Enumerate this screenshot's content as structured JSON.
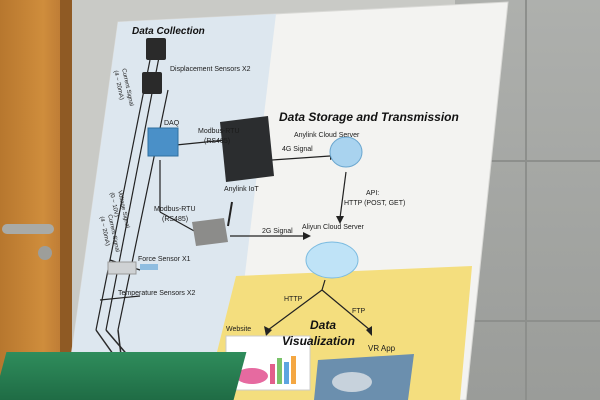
{
  "poster": {
    "section_collection": "Data Collection",
    "section_storage": "Data Storage and Transmission",
    "section_visualization_line1": "Data",
    "section_visualization_line2": "Visualization",
    "displacement_sensors": "Displacement Sensors X2",
    "daq": "DAQ",
    "modbus_rtu_top": "Modbus-RTU",
    "rs485_top": "(RS485)",
    "signal_4g": "4G Signal",
    "anylink_cloud": "Anylink Cloud Server",
    "api_label": "API:",
    "http_methods": "HTTP (POST, GET)",
    "aliyun_cloud": "Aliyun Cloud Server",
    "anylink_iot": "Anylink IoT",
    "modbus_rtu_bottom": "Modbus-RTU",
    "rs485_bottom": "(RS485)",
    "signal_2g": "2G Signal",
    "force_sensor": "Force Sensor X1",
    "temperature_sensors": "Temperature Sensors X2",
    "current_signal": "Current Signal",
    "current_range": "(4 ~ 20mA)",
    "voltage_signal": "Voltage Signal",
    "voltage_range": "(0 ~ 10V)",
    "current_signal_2": "Current Signal",
    "current_range_2": "(4 ~ 20mA)",
    "http": "HTTP",
    "ftp": "FTP",
    "website": "Website",
    "vr_app": "VR App"
  },
  "colors": {
    "board_white": "#f3f3f1",
    "collection_panel": "#dde7ef",
    "visualization_panel": "#f4de7e",
    "wall": "#c9cac6",
    "door": "#c98536"
  },
  "icons": [
    "displacement-sensor-icon",
    "daq-module-icon",
    "gateway-box-icon",
    "cloud-server-icon",
    "iot-module-icon",
    "force-sensor-icon",
    "chart-icon",
    "vr-headset-icon"
  ]
}
